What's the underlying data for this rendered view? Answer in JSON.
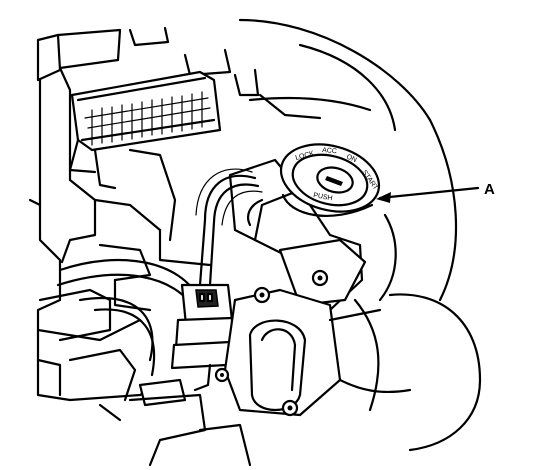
{
  "diagram": {
    "callouts": [
      {
        "id": "A",
        "label": "A"
      }
    ],
    "switch_positions": [
      "LOCK",
      "ACC",
      "ON",
      "START"
    ],
    "push_label": "PUSH"
  }
}
